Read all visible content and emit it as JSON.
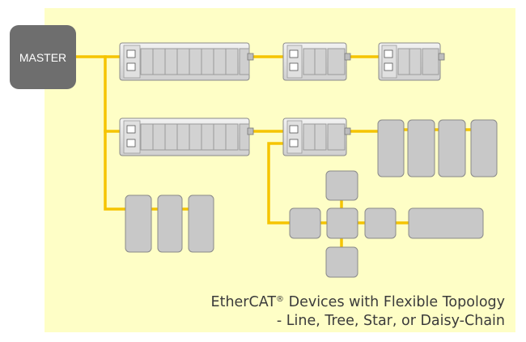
{
  "master": {
    "label": "MASTER"
  },
  "caption": {
    "brand": "EtherCAT",
    "registered_mark": "®",
    "line1_rest": " Devices with Flexible Topology",
    "line2": "- Line, Tree, Star, or Daisy-Chain"
  },
  "colors": {
    "background": "#fefec6",
    "cable": "#f5c400",
    "device_fill": "#c8c8c8",
    "device_stroke": "#8a8a8a",
    "master_fill": "#6e6e6e"
  }
}
